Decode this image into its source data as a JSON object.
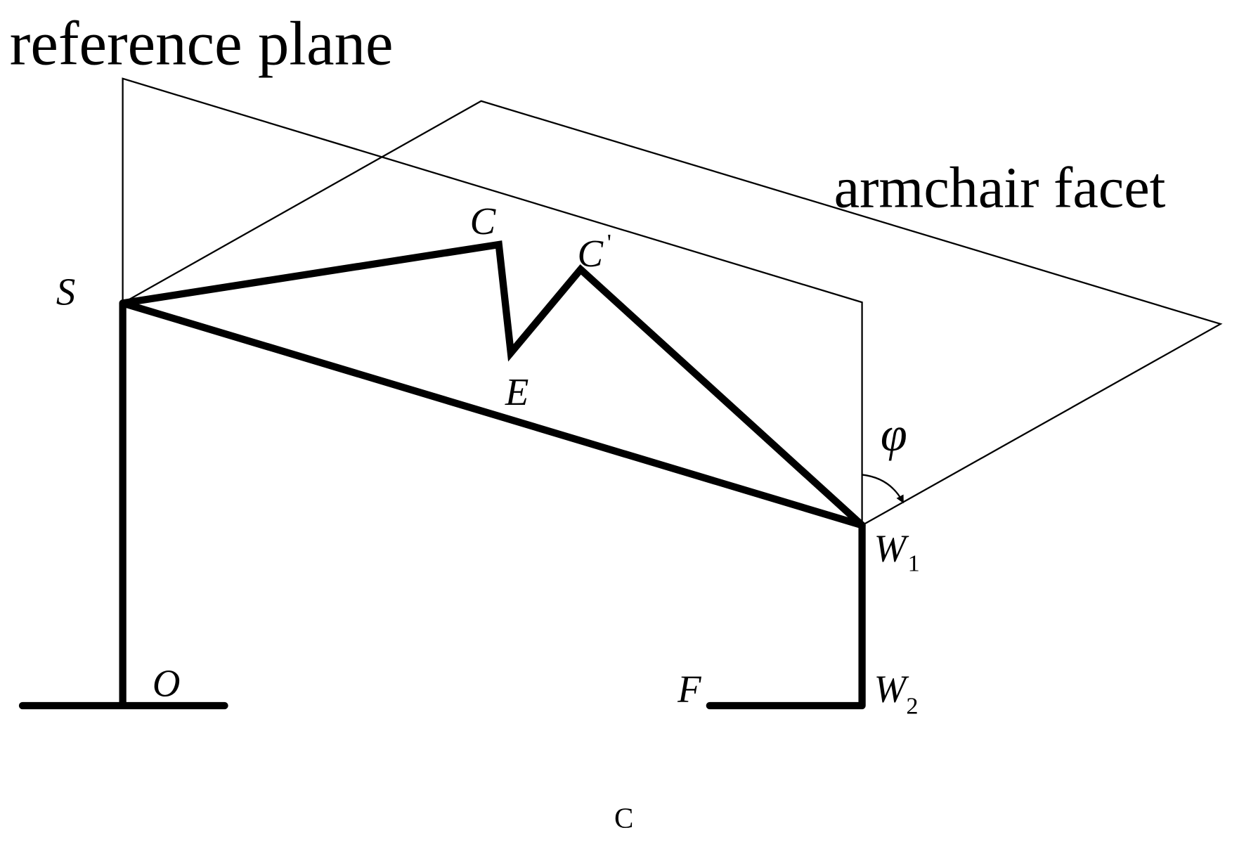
{
  "labels": {
    "reference_plane": "reference plane",
    "armchair_facet": "armchair facet",
    "S": "S",
    "C": "C",
    "C_prime": "C",
    "prime": "'",
    "E": "E",
    "phi": "φ",
    "W1": "W",
    "W1_sub": "1",
    "W2": "W",
    "W2_sub": "2",
    "O": "O",
    "F": "F",
    "caption": "C"
  },
  "colors": {
    "stroke": "#000000",
    "background": "#ffffff"
  }
}
